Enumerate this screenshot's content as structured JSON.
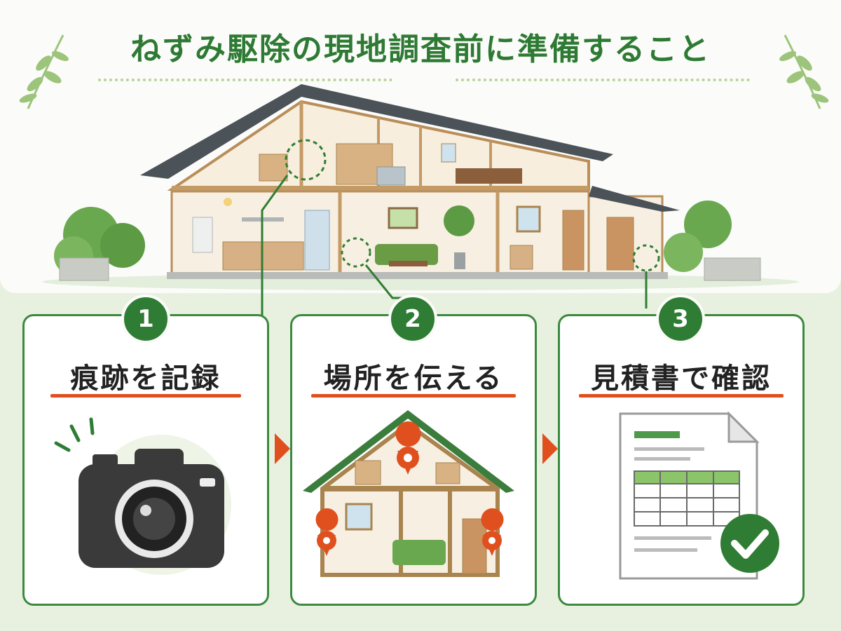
{
  "title": "ねずみ駆除の現地調査前に準備すること",
  "steps": [
    {
      "number": "1",
      "label": "痕跡を記録"
    },
    {
      "number": "2",
      "label": "場所を伝える"
    },
    {
      "number": "3",
      "label": "見積書で確認"
    }
  ],
  "colors": {
    "primary_green": "#2f7d34",
    "accent_orange": "#e0501f",
    "light_green_bg": "#e8f1df"
  },
  "icons": [
    "leaf-icon",
    "camera-icon",
    "house-pin-icon",
    "estimate-check-icon",
    "arrow-right-icon"
  ]
}
